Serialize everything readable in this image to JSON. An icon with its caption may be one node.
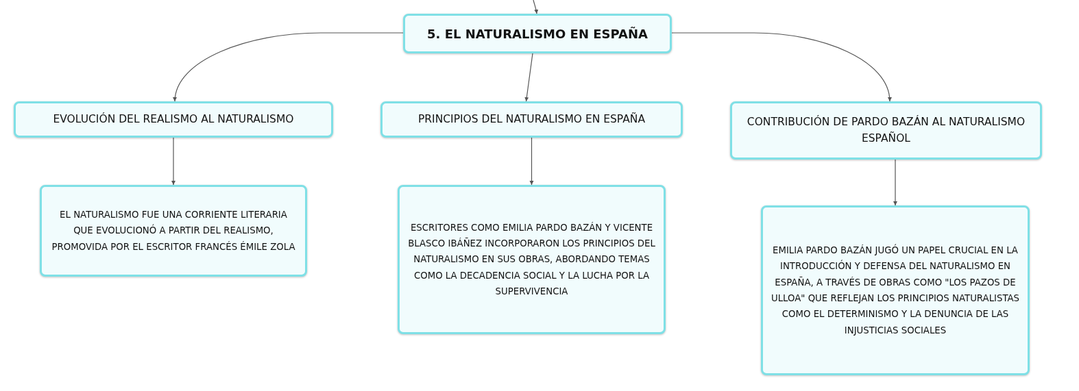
{
  "diagram": {
    "nodes": [
      {
        "text": [
          "5. EL NATURALISMO EN ESPAÑA"
        ]
      },
      {
        "text": [
          "EVOLUCIÓN DEL REALISMO AL NATURALISMO"
        ]
      },
      {
        "text": [
          "PRINCIPIOS DEL NATURALISMO EN ESPAÑA"
        ]
      },
      {
        "text": [
          "CONTRIBUCIÓN DE PARDO BAZÁN AL NATURALISMO ESPAÑOL"
        ]
      },
      {
        "text": [
          "EL NATURALISMO FUE UNA CORRIENTE LITERARIA QUE EVOLUCIONÓ A PARTIR DEL REALISMO, PROMOVIDA POR EL ESCRITOR FRANCÉS ÉMILE ZOLA"
        ]
      },
      {
        "text": [
          "ESCRITORES COMO EMILIA PARDO BAZÁN Y VICENTE BLASCO IBÁÑEZ INCORPORARON LOS PRINCIPIOS DEL NATURALISMO EN SUS OBRAS, ABORDANDO TEMAS COMO LA DECADENCIA SOCIAL Y LA LUCHA POR LA SUPERVIVENCIA"
        ]
      },
      {
        "text": [
          "EMILIA PARDO BAZÁN JUGÓ UN PAPEL CRUCIAL EN LA INTRODUCCIÓN Y DEFENSA DEL NATURALISMO EN ESPAÑA, A TRAVÉS DE OBRAS COMO \"LOS PAZOS DE ULLOA\" QUE REFLEJAN LOS PRINCIPIOS NATURALISTAS COMO EL DETERMINISMO Y LA DENUNCIA DE LAS INJUSTICIAS SOCIALES"
        ]
      }
    ],
    "edges": [
      {
        "from": null,
        "to": 0,
        "arrow": "to"
      },
      {
        "from": 0,
        "to": 1,
        "arrow": "to"
      },
      {
        "from": 0,
        "to": 2,
        "arrow": "to"
      },
      {
        "from": 0,
        "to": 3,
        "arrow": "to"
      },
      {
        "from": 1,
        "to": 4,
        "arrow": "to"
      },
      {
        "from": 2,
        "to": 5,
        "arrow": "to"
      },
      {
        "from": 3,
        "to": 6,
        "arrow": "to"
      }
    ]
  }
}
